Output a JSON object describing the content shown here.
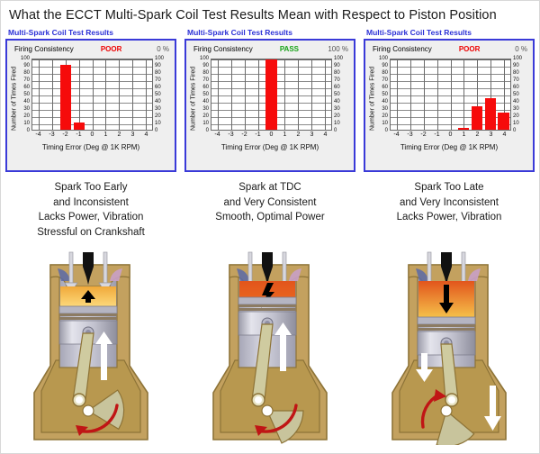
{
  "page_title": "What the ECCT Multi-Spark Coil Test Results Mean with Respect to Piston Position",
  "colors": {
    "panel_title": "#2c31d6",
    "panel_border": "#3a3ad8",
    "bar": "#f60b0b",
    "poor": "#ee0000",
    "pass": "#17a317",
    "panel_bg": "#efefef"
  },
  "panels": [
    {
      "title": "Multi-Spark Coil Test Results",
      "status_label": "Firing  Consistency",
      "verdict": "POOR",
      "verdict_state": "poor",
      "percent": "0 %",
      "caption_lines": [
        "Spark Too Early",
        "and Inconsistent",
        "Lacks Power, Vibration",
        "Stressful on Crankshaft"
      ],
      "engine": "piston-rising-spark-early"
    },
    {
      "title": "Multi-Spark Coil Test Results",
      "status_label": "Firing  Consistency",
      "verdict": "PASS",
      "verdict_state": "pass",
      "percent": "100 %",
      "caption_lines": [
        "Spark at TDC",
        "and Very Consistent",
        "Smooth, Optimal Power"
      ],
      "engine": "piston-tdc-spark"
    },
    {
      "title": "Multi-Spark Coil Test Results",
      "status_label": "Firing  Consistency",
      "verdict": "POOR",
      "verdict_state": "poor",
      "percent": "0 %",
      "caption_lines": [
        "Spark Too Late",
        "and Very Inconsistent",
        "Lacks Power, Vibration"
      ],
      "engine": "piston-descending-spark-late"
    }
  ],
  "chart_data": [
    {
      "type": "bar",
      "title": "Multi-Spark Coil Test Results",
      "xlabel": "Timing Error (Deg @ 1K RPM)",
      "ylabel": "Number of Times Fired",
      "categories": [
        -4,
        -3,
        -2,
        -1,
        0,
        1,
        2,
        3,
        4
      ],
      "values": [
        0,
        0,
        90,
        10,
        0,
        0,
        0,
        0,
        0
      ],
      "xlim": [
        -4.5,
        4.5
      ],
      "ylim": [
        0,
        100
      ],
      "yticks": [
        0,
        10,
        20,
        30,
        40,
        50,
        60,
        70,
        80,
        90,
        100
      ],
      "xticks": [
        "-4",
        "-3",
        "-2",
        "-1",
        "0",
        "1",
        "2",
        "3",
        "4"
      ],
      "grid": true,
      "legend": "none"
    },
    {
      "type": "bar",
      "title": "Multi-Spark Coil Test Results",
      "xlabel": "Timing Error (Deg @ 1K RPM)",
      "ylabel": "Number of Times Fired",
      "categories": [
        -4,
        -3,
        -2,
        -1,
        0,
        1,
        2,
        3,
        4
      ],
      "values": [
        0,
        0,
        0,
        0,
        100,
        0,
        0,
        0,
        0
      ],
      "xlim": [
        -4.5,
        4.5
      ],
      "ylim": [
        0,
        100
      ],
      "yticks": [
        0,
        10,
        20,
        30,
        40,
        50,
        60,
        70,
        80,
        90,
        100
      ],
      "xticks": [
        "-4",
        "-3",
        "-2",
        "-1",
        "0",
        "1",
        "2",
        "3",
        "4"
      ],
      "grid": true,
      "legend": "none"
    },
    {
      "type": "bar",
      "title": "Multi-Spark Coil Test Results",
      "xlabel": "Timing Error (Deg @ 1K RPM)",
      "ylabel": "Number of Times Fired",
      "categories": [
        -4,
        -3,
        -2,
        -1,
        0,
        1,
        2,
        3,
        4
      ],
      "values": [
        0,
        0,
        0,
        0,
        0,
        2,
        32,
        44,
        24
      ],
      "xlim": [
        -4.5,
        4.5
      ],
      "ylim": [
        0,
        100
      ],
      "yticks": [
        0,
        10,
        20,
        30,
        40,
        50,
        60,
        70,
        80,
        90,
        100
      ],
      "xticks": [
        "-4",
        "-3",
        "-2",
        "-1",
        "0",
        "1",
        "2",
        "3",
        "4"
      ],
      "grid": true,
      "legend": "none"
    }
  ]
}
